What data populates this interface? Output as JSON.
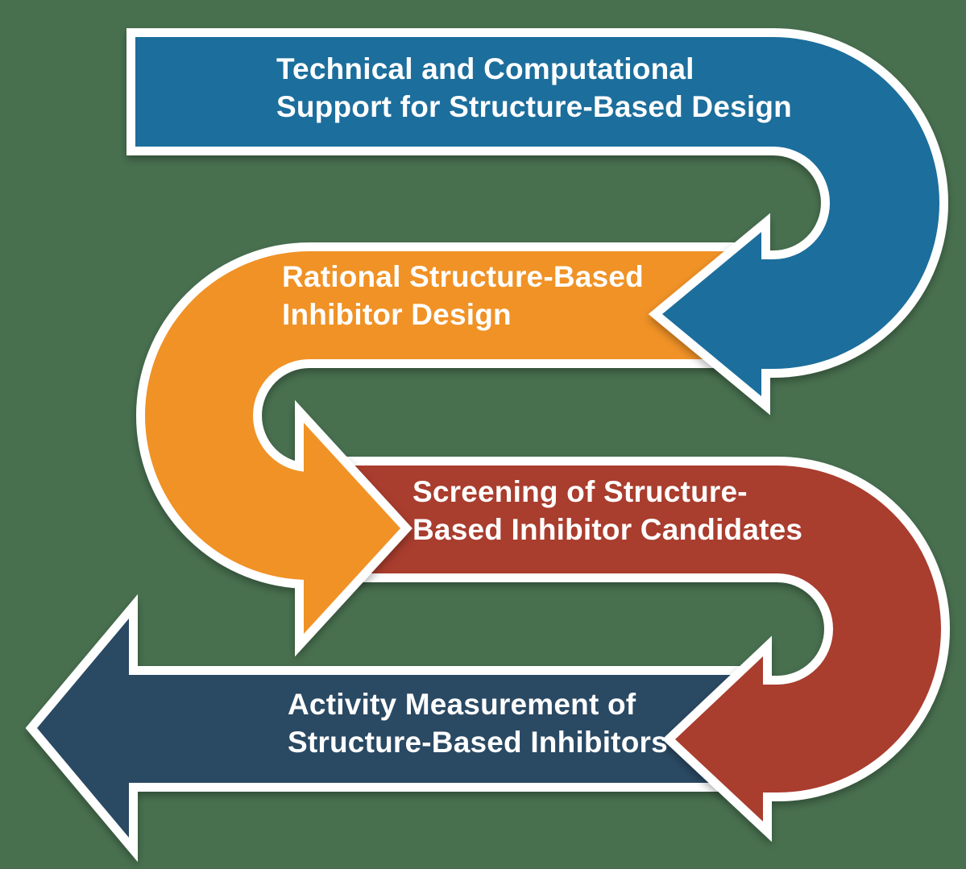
{
  "diagram": {
    "background_color": "#48704f",
    "outline_color": "#ffffff",
    "text_color": "#ffffff",
    "flow_order": "top-to-bottom serpentine",
    "steps": [
      {
        "name": "technical-computational-support",
        "color": "#1d6e9c",
        "line1": "Technical and Computational",
        "line2": "Support for Structure-Based Design",
        "arrow_direction": "right then U-turn down pointing left"
      },
      {
        "name": "rational-inhibitor-design",
        "color": "#f09227",
        "line1": "Rational Structure-Based",
        "line2": "Inhibitor Design",
        "arrow_direction": "left then U-turn down pointing right"
      },
      {
        "name": "screening-candidates",
        "color": "#a93c2d",
        "line1": "Screening of Structure-",
        "line2": "Based Inhibitor Candidates",
        "arrow_direction": "right then U-turn down pointing left"
      },
      {
        "name": "activity-measurement",
        "color": "#2b4a63",
        "line1": "Activity Measurement of",
        "line2": "Structure-Based Inhibitors",
        "arrow_direction": "left pointing out"
      }
    ]
  }
}
